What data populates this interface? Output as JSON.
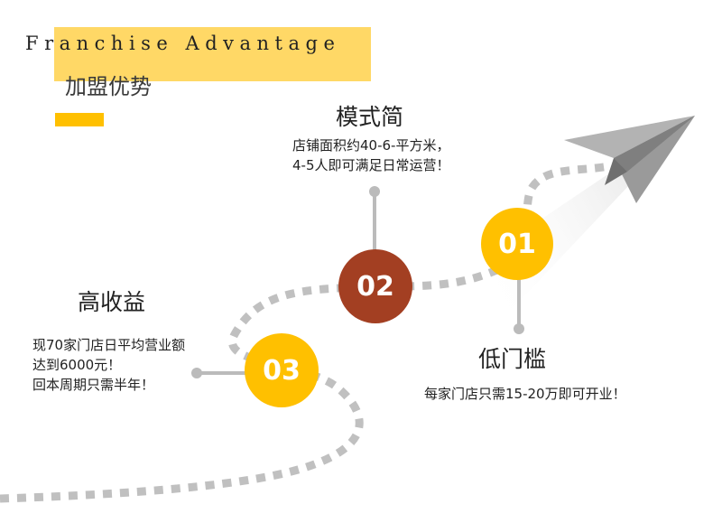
{
  "header": {
    "title_en": "Franchise Advantage",
    "title_cn": "加盟优势"
  },
  "colors": {
    "accent_yellow": "#ffc000",
    "highlight_yellow": "#ffd866",
    "node_brown": "#a33f22",
    "path_gray": "#c0c0c0",
    "connector_gray": "#bbbbbb",
    "plane_gray": "#a8a8a8"
  },
  "decor": {
    "path_icon": "dashed-path",
    "plane_icon": "paper-plane-icon"
  },
  "steps": [
    {
      "number": "01",
      "heading": "低门槛",
      "lines": [
        "每家门店只需15-20万即可开业！"
      ]
    },
    {
      "number": "02",
      "heading": "模式简",
      "lines": [
        "店铺面积约40-6-平方米，",
        "4-5人即可满足日常运营！"
      ]
    },
    {
      "number": "03",
      "heading": "高收益",
      "lines": [
        "现70家门店日平均营业额",
        "达到6000元！",
        "回本周期只需半年！"
      ]
    }
  ]
}
